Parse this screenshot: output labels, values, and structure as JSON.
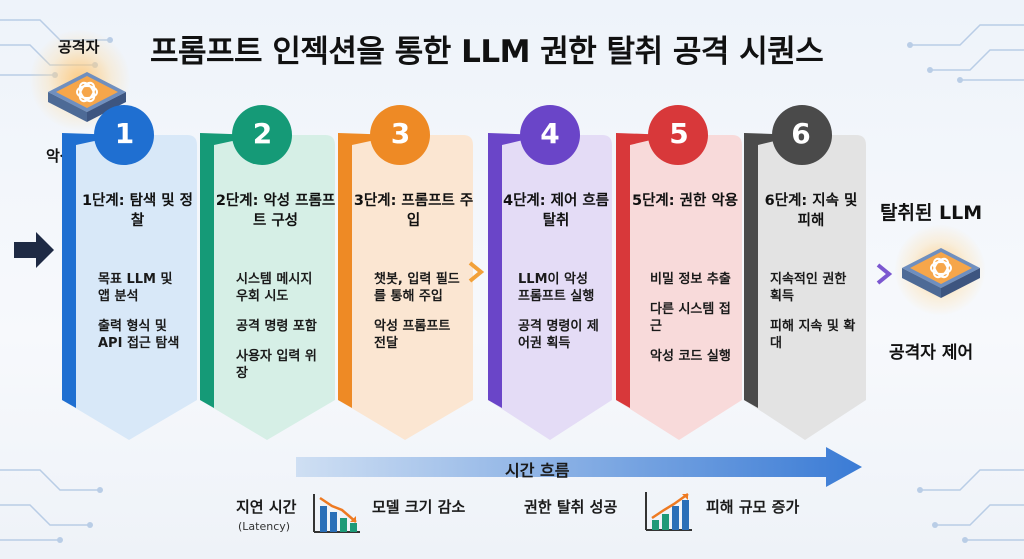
{
  "title": "프롬프트 인젝션을 통한 LLM 권한 탈취 공격 시퀀스",
  "attacker": {
    "label": "공격자",
    "sublabel": "악성 사용자"
  },
  "target": {
    "label": "탈취된 LLM",
    "sublabel": "공격자 제어"
  },
  "stages": [
    {
      "num": "1",
      "title": "1단계: 탐색 및 정찰",
      "items": [
        "목표 LLM 및 앱 분석",
        "출력 형식 및 API 접근 탐색"
      ],
      "color": "#1f6fd1",
      "light": "#d8e8f8"
    },
    {
      "num": "2",
      "title": "2단계: 악성 프롬프트 구성",
      "items": [
        "시스템 메시지 우회 시도",
        "공격 명령 포함",
        "사용자 입력 위장"
      ],
      "color": "#159a77",
      "light": "#d6efe6"
    },
    {
      "num": "3",
      "title": "3단계: 프롬프트 주입",
      "items": [
        "챗봇, 입력 필드를 통해 주입",
        "악성 프롬프트 전달"
      ],
      "color": "#ee8a25",
      "light": "#fbe6d2"
    },
    {
      "num": "4",
      "title": "4단계: 제어 흐름 탈취",
      "items": [
        "LLM이 악성 프롬프트 실행",
        "공격 명령이 제어권 획득"
      ],
      "color": "#6a45c8",
      "light": "#e4dcf6"
    },
    {
      "num": "5",
      "title": "5단계: 권한 악용",
      "items": [
        "비밀 정보 추출",
        "다른 시스템 접근",
        "악성 코드 실행"
      ],
      "color": "#d8383a",
      "light": "#f8dada"
    },
    {
      "num": "6",
      "title": "6단계: 지속 및 피해",
      "items": [
        "지속적인 권한 획득",
        "피해 지속 및 확대"
      ],
      "color": "#4a4a4a",
      "light": "#e3e3e3"
    }
  ],
  "timeline": {
    "label": "시간 흐름"
  },
  "legend": {
    "latency_label": "지연 시간",
    "latency_sub": "(Latency)",
    "model_size": "모델 크기 감소",
    "success": "권한 탈취 성공",
    "damage": "피해 규모 증가"
  },
  "colors": {
    "accent_orange": "#f2a13a",
    "arrow_dark": "#1e2a44",
    "timeline": "#3a7bd5"
  }
}
